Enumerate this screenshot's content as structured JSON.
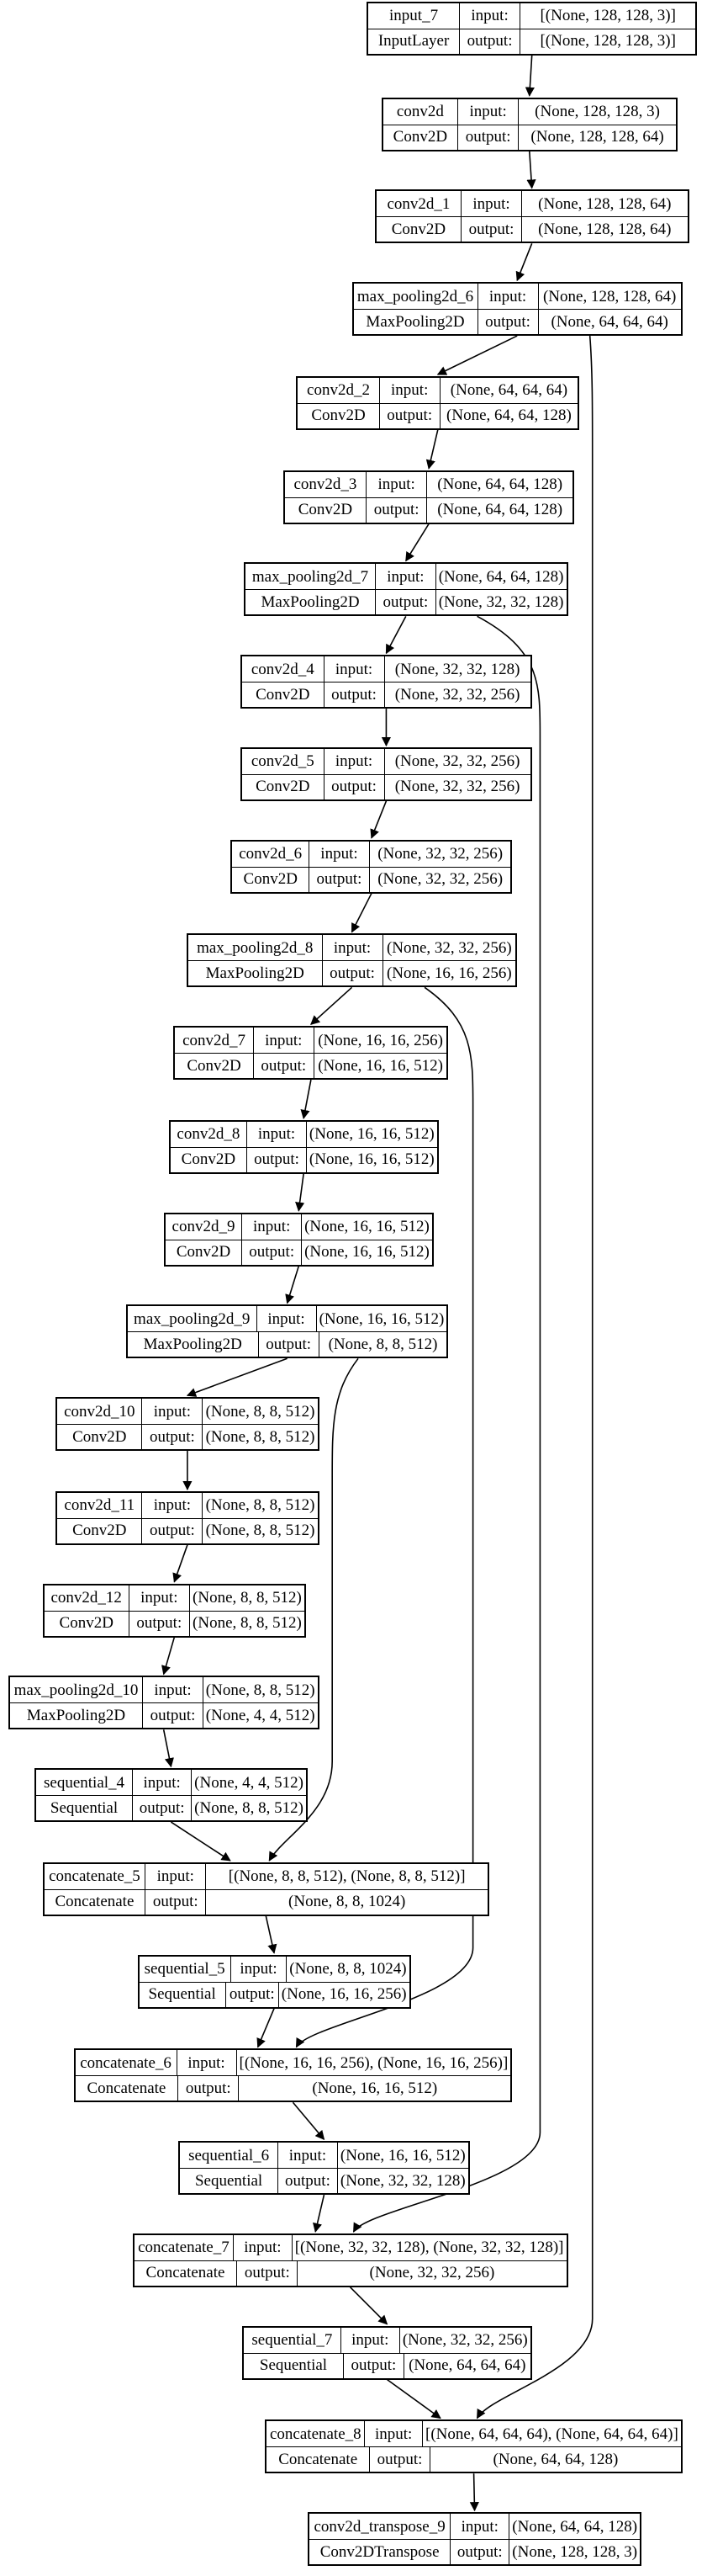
{
  "labels": {
    "input": "input:",
    "output": "output:"
  },
  "nodes": [
    {
      "id": "input_7",
      "name": "input_7",
      "type": "InputLayer",
      "input": "[(None, 128, 128, 3)]",
      "output": "[(None, 128, 128, 3)]"
    },
    {
      "id": "conv2d",
      "name": "conv2d",
      "type": "Conv2D",
      "input": "(None, 128, 128, 3)",
      "output": "(None, 128, 128, 64)"
    },
    {
      "id": "conv2d_1",
      "name": "conv2d_1",
      "type": "Conv2D",
      "input": "(None, 128, 128, 64)",
      "output": "(None, 128, 128, 64)"
    },
    {
      "id": "max_pooling2d_6",
      "name": "max_pooling2d_6",
      "type": "MaxPooling2D",
      "input": "(None, 128, 128, 64)",
      "output": "(None, 64, 64, 64)"
    },
    {
      "id": "conv2d_2",
      "name": "conv2d_2",
      "type": "Conv2D",
      "input": "(None, 64, 64, 64)",
      "output": "(None, 64, 64, 128)"
    },
    {
      "id": "conv2d_3",
      "name": "conv2d_3",
      "type": "Conv2D",
      "input": "(None, 64, 64, 128)",
      "output": "(None, 64, 64, 128)"
    },
    {
      "id": "max_pooling2d_7",
      "name": "max_pooling2d_7",
      "type": "MaxPooling2D",
      "input": "(None, 64, 64, 128)",
      "output": "(None, 32, 32, 128)"
    },
    {
      "id": "conv2d_4",
      "name": "conv2d_4",
      "type": "Conv2D",
      "input": "(None, 32, 32, 128)",
      "output": "(None, 32, 32, 256)"
    },
    {
      "id": "conv2d_5",
      "name": "conv2d_5",
      "type": "Conv2D",
      "input": "(None, 32, 32, 256)",
      "output": "(None, 32, 32, 256)"
    },
    {
      "id": "conv2d_6",
      "name": "conv2d_6",
      "type": "Conv2D",
      "input": "(None, 32, 32, 256)",
      "output": "(None, 32, 32, 256)"
    },
    {
      "id": "max_pooling2d_8",
      "name": "max_pooling2d_8",
      "type": "MaxPooling2D",
      "input": "(None, 32, 32, 256)",
      "output": "(None, 16, 16, 256)"
    },
    {
      "id": "conv2d_7",
      "name": "conv2d_7",
      "type": "Conv2D",
      "input": "(None, 16, 16, 256)",
      "output": "(None, 16, 16, 512)"
    },
    {
      "id": "conv2d_8",
      "name": "conv2d_8",
      "type": "Conv2D",
      "input": "(None, 16, 16, 512)",
      "output": "(None, 16, 16, 512)"
    },
    {
      "id": "conv2d_9",
      "name": "conv2d_9",
      "type": "Conv2D",
      "input": "(None, 16, 16, 512)",
      "output": "(None, 16, 16, 512)"
    },
    {
      "id": "max_pooling2d_9",
      "name": "max_pooling2d_9",
      "type": "MaxPooling2D",
      "input": "(None, 16, 16, 512)",
      "output": "(None, 8, 8, 512)"
    },
    {
      "id": "conv2d_10",
      "name": "conv2d_10",
      "type": "Conv2D",
      "input": "(None, 8, 8, 512)",
      "output": "(None, 8, 8, 512)"
    },
    {
      "id": "conv2d_11",
      "name": "conv2d_11",
      "type": "Conv2D",
      "input": "(None, 8, 8, 512)",
      "output": "(None, 8, 8, 512)"
    },
    {
      "id": "conv2d_12",
      "name": "conv2d_12",
      "type": "Conv2D",
      "input": "(None, 8, 8, 512)",
      "output": "(None, 8, 8, 512)"
    },
    {
      "id": "max_pooling2d_10",
      "name": "max_pooling2d_10",
      "type": "MaxPooling2D",
      "input": "(None, 8, 8, 512)",
      "output": "(None, 4, 4, 512)"
    },
    {
      "id": "sequential_4",
      "name": "sequential_4",
      "type": "Sequential",
      "input": "(None, 4, 4, 512)",
      "output": "(None, 8, 8, 512)"
    },
    {
      "id": "concatenate_5",
      "name": "concatenate_5",
      "type": "Concatenate",
      "input": "[(None, 8, 8, 512), (None, 8, 8, 512)]",
      "output": "(None, 8, 8, 1024)"
    },
    {
      "id": "sequential_5",
      "name": "sequential_5",
      "type": "Sequential",
      "input": "(None, 8, 8, 1024)",
      "output": "(None, 16, 16, 256)"
    },
    {
      "id": "concatenate_6",
      "name": "concatenate_6",
      "type": "Concatenate",
      "input": "[(None, 16, 16, 256), (None, 16, 16, 256)]",
      "output": "(None, 16, 16, 512)"
    },
    {
      "id": "sequential_6",
      "name": "sequential_6",
      "type": "Sequential",
      "input": "(None, 16, 16, 512)",
      "output": "(None, 32, 32, 128)"
    },
    {
      "id": "concatenate_7",
      "name": "concatenate_7",
      "type": "Concatenate",
      "input": "[(None, 32, 32, 128), (None, 32, 32, 128)]",
      "output": "(None, 32, 32, 256)"
    },
    {
      "id": "sequential_7",
      "name": "sequential_7",
      "type": "Sequential",
      "input": "(None, 32, 32, 256)",
      "output": "(None, 64, 64, 64)"
    },
    {
      "id": "concatenate_8",
      "name": "concatenate_8",
      "type": "Concatenate",
      "input": "[(None, 64, 64, 64), (None, 64, 64, 64)]",
      "output": "(None, 64, 64, 128)"
    },
    {
      "id": "conv2d_transpose_9",
      "name": "conv2d_transpose_9",
      "type": "Conv2DTranspose",
      "input": "(None, 64, 64, 128)",
      "output": "(None, 128, 128, 3)"
    }
  ],
  "edges": [
    [
      "input_7",
      "conv2d"
    ],
    [
      "conv2d",
      "conv2d_1"
    ],
    [
      "conv2d_1",
      "max_pooling2d_6"
    ],
    [
      "max_pooling2d_6",
      "conv2d_2"
    ],
    [
      "conv2d_2",
      "conv2d_3"
    ],
    [
      "conv2d_3",
      "max_pooling2d_7"
    ],
    [
      "max_pooling2d_7",
      "conv2d_4"
    ],
    [
      "conv2d_4",
      "conv2d_5"
    ],
    [
      "conv2d_5",
      "conv2d_6"
    ],
    [
      "conv2d_6",
      "max_pooling2d_8"
    ],
    [
      "max_pooling2d_8",
      "conv2d_7"
    ],
    [
      "conv2d_7",
      "conv2d_8"
    ],
    [
      "conv2d_8",
      "conv2d_9"
    ],
    [
      "conv2d_9",
      "max_pooling2d_9"
    ],
    [
      "max_pooling2d_9",
      "conv2d_10"
    ],
    [
      "conv2d_10",
      "conv2d_11"
    ],
    [
      "conv2d_11",
      "conv2d_12"
    ],
    [
      "conv2d_12",
      "max_pooling2d_10"
    ],
    [
      "max_pooling2d_10",
      "sequential_4"
    ],
    [
      "sequential_4",
      "concatenate_5"
    ],
    [
      "max_pooling2d_9",
      "concatenate_5"
    ],
    [
      "concatenate_5",
      "sequential_5"
    ],
    [
      "sequential_5",
      "concatenate_6"
    ],
    [
      "max_pooling2d_8",
      "concatenate_6"
    ],
    [
      "concatenate_6",
      "sequential_6"
    ],
    [
      "sequential_6",
      "concatenate_7"
    ],
    [
      "max_pooling2d_7",
      "concatenate_7"
    ],
    [
      "concatenate_7",
      "sequential_7"
    ],
    [
      "sequential_7",
      "concatenate_8"
    ],
    [
      "max_pooling2d_6",
      "concatenate_8"
    ],
    [
      "concatenate_8",
      "conv2d_transpose_9"
    ]
  ]
}
